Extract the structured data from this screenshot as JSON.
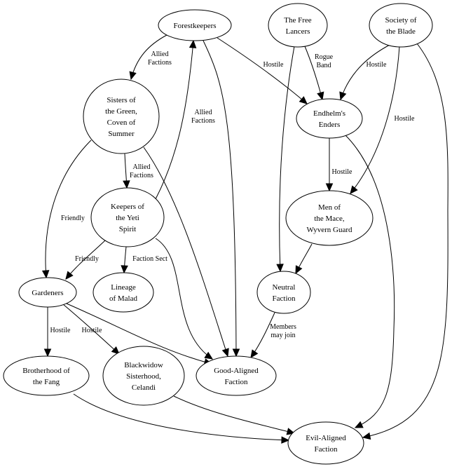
{
  "nodes": {
    "forestkeepers": [
      "Forestkeepers"
    ],
    "free_lancers": [
      "The Free",
      "Lancers"
    ],
    "society_blade": [
      "Society of",
      "the Blade"
    ],
    "sisters_green": [
      "Sisters of",
      "the Green,",
      "Coven of",
      "Summer"
    ],
    "endhelms": [
      "Endhelm's",
      "Enders"
    ],
    "keepers_yeti": [
      "Keepers of",
      "the Yeti",
      "Spirit"
    ],
    "men_mace": [
      "Men of",
      "the Mace,",
      "Wyvern Guard"
    ],
    "gardeners": [
      "Gardeners"
    ],
    "lineage_malad": [
      "Lineage",
      "of Malad"
    ],
    "neutral": [
      "Neutral",
      "Faction"
    ],
    "brotherhood_fang": [
      "Brotherhood of",
      "the Fang"
    ],
    "blackwidow": [
      "Blackwidow",
      "Sisterhood,",
      "Celandi"
    ],
    "good_aligned": [
      "Good-Aligned",
      "Faction"
    ],
    "evil_aligned": [
      "Evil-Aligned",
      "Faction"
    ]
  },
  "edges": [
    {
      "from": "forestkeepers",
      "to": "sisters_green",
      "label": [
        "Allied",
        "Factions"
      ]
    },
    {
      "from": "forestkeepers",
      "to": "endhelms",
      "label": [
        "Hostile"
      ]
    },
    {
      "from": "forestkeepers",
      "to": "good_aligned",
      "label": []
    },
    {
      "from": "free_lancers",
      "to": "endhelms",
      "label": [
        "Rogue",
        "Band"
      ]
    },
    {
      "from": "free_lancers",
      "to": "neutral",
      "label": []
    },
    {
      "from": "society_blade",
      "to": "endhelms",
      "label": [
        "Hostile"
      ]
    },
    {
      "from": "society_blade",
      "to": "men_mace",
      "label": [
        "Hostile"
      ]
    },
    {
      "from": "society_blade",
      "to": "evil_aligned",
      "label": []
    },
    {
      "from": "sisters_green",
      "to": "keepers_yeti",
      "label": [
        "Allied",
        "Factions"
      ]
    },
    {
      "from": "sisters_green",
      "to": "gardeners",
      "label": [
        "Friendly"
      ]
    },
    {
      "from": "sisters_green",
      "to": "good_aligned",
      "label": []
    },
    {
      "from": "keepers_yeti",
      "to": "forestkeepers",
      "label": [
        "Allied",
        "Factions"
      ]
    },
    {
      "from": "keepers_yeti",
      "to": "gardeners",
      "label": [
        "Friendly"
      ]
    },
    {
      "from": "keepers_yeti",
      "to": "lineage_malad",
      "label": [
        "Faction Sect"
      ]
    },
    {
      "from": "keepers_yeti",
      "to": "good_aligned",
      "label": []
    },
    {
      "from": "endhelms",
      "to": "men_mace",
      "label": [
        "Hostile"
      ]
    },
    {
      "from": "endhelms",
      "to": "evil_aligned",
      "label": []
    },
    {
      "from": "men_mace",
      "to": "neutral",
      "label": []
    },
    {
      "from": "gardeners",
      "to": "brotherhood_fang",
      "label": [
        "Hostile"
      ]
    },
    {
      "from": "gardeners",
      "to": "blackwidow",
      "label": [
        "Hostile"
      ]
    },
    {
      "from": "gardeners",
      "to": "good_aligned",
      "label": []
    },
    {
      "from": "neutral",
      "to": "good_aligned",
      "label": [
        "Members",
        "may join"
      ]
    },
    {
      "from": "brotherhood_fang",
      "to": "evil_aligned",
      "label": []
    },
    {
      "from": "blackwidow",
      "to": "evil_aligned",
      "label": []
    }
  ]
}
